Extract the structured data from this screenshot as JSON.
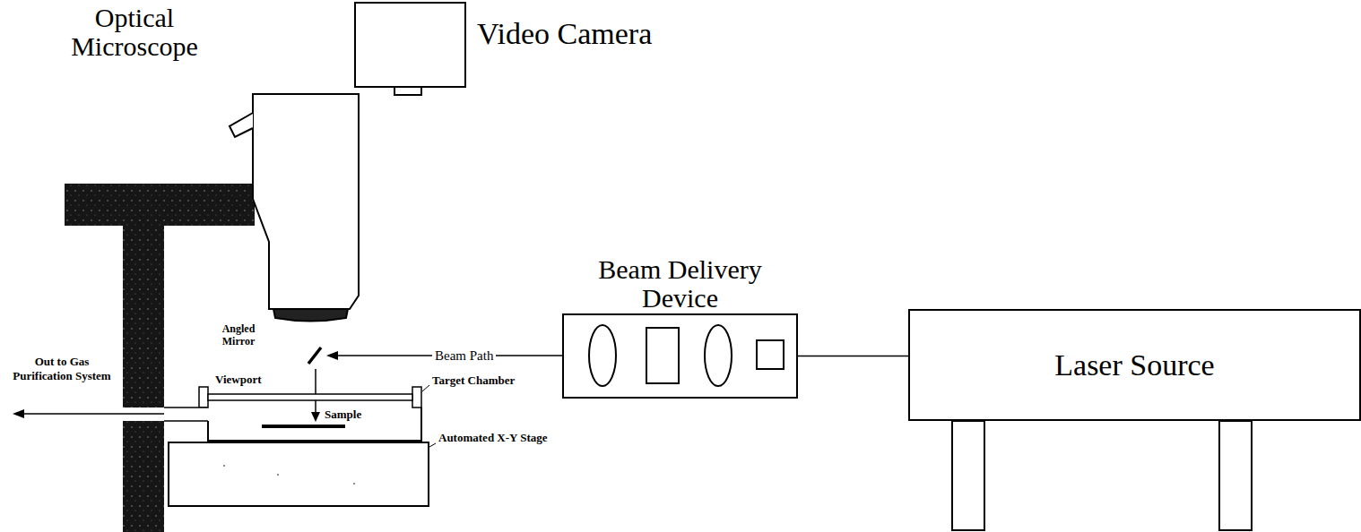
{
  "diagram": {
    "nodes": [
      {
        "text": [
          "Video Camera"
        ]
      },
      {
        "text": [
          "Beam Delivery Device"
        ]
      },
      {
        "text": [
          "Laser Source"
        ]
      }
    ],
    "edges": [
      {
        "from": 2,
        "to": 1,
        "arrow": "none"
      }
    ],
    "labels": [
      "Optical Microscope",
      "Angled Mirror",
      "Beam Path",
      "Out to Gas Purification System",
      "Viewport",
      "Target Chamber",
      "Sample",
      "Automated X-Y Stage"
    ]
  }
}
